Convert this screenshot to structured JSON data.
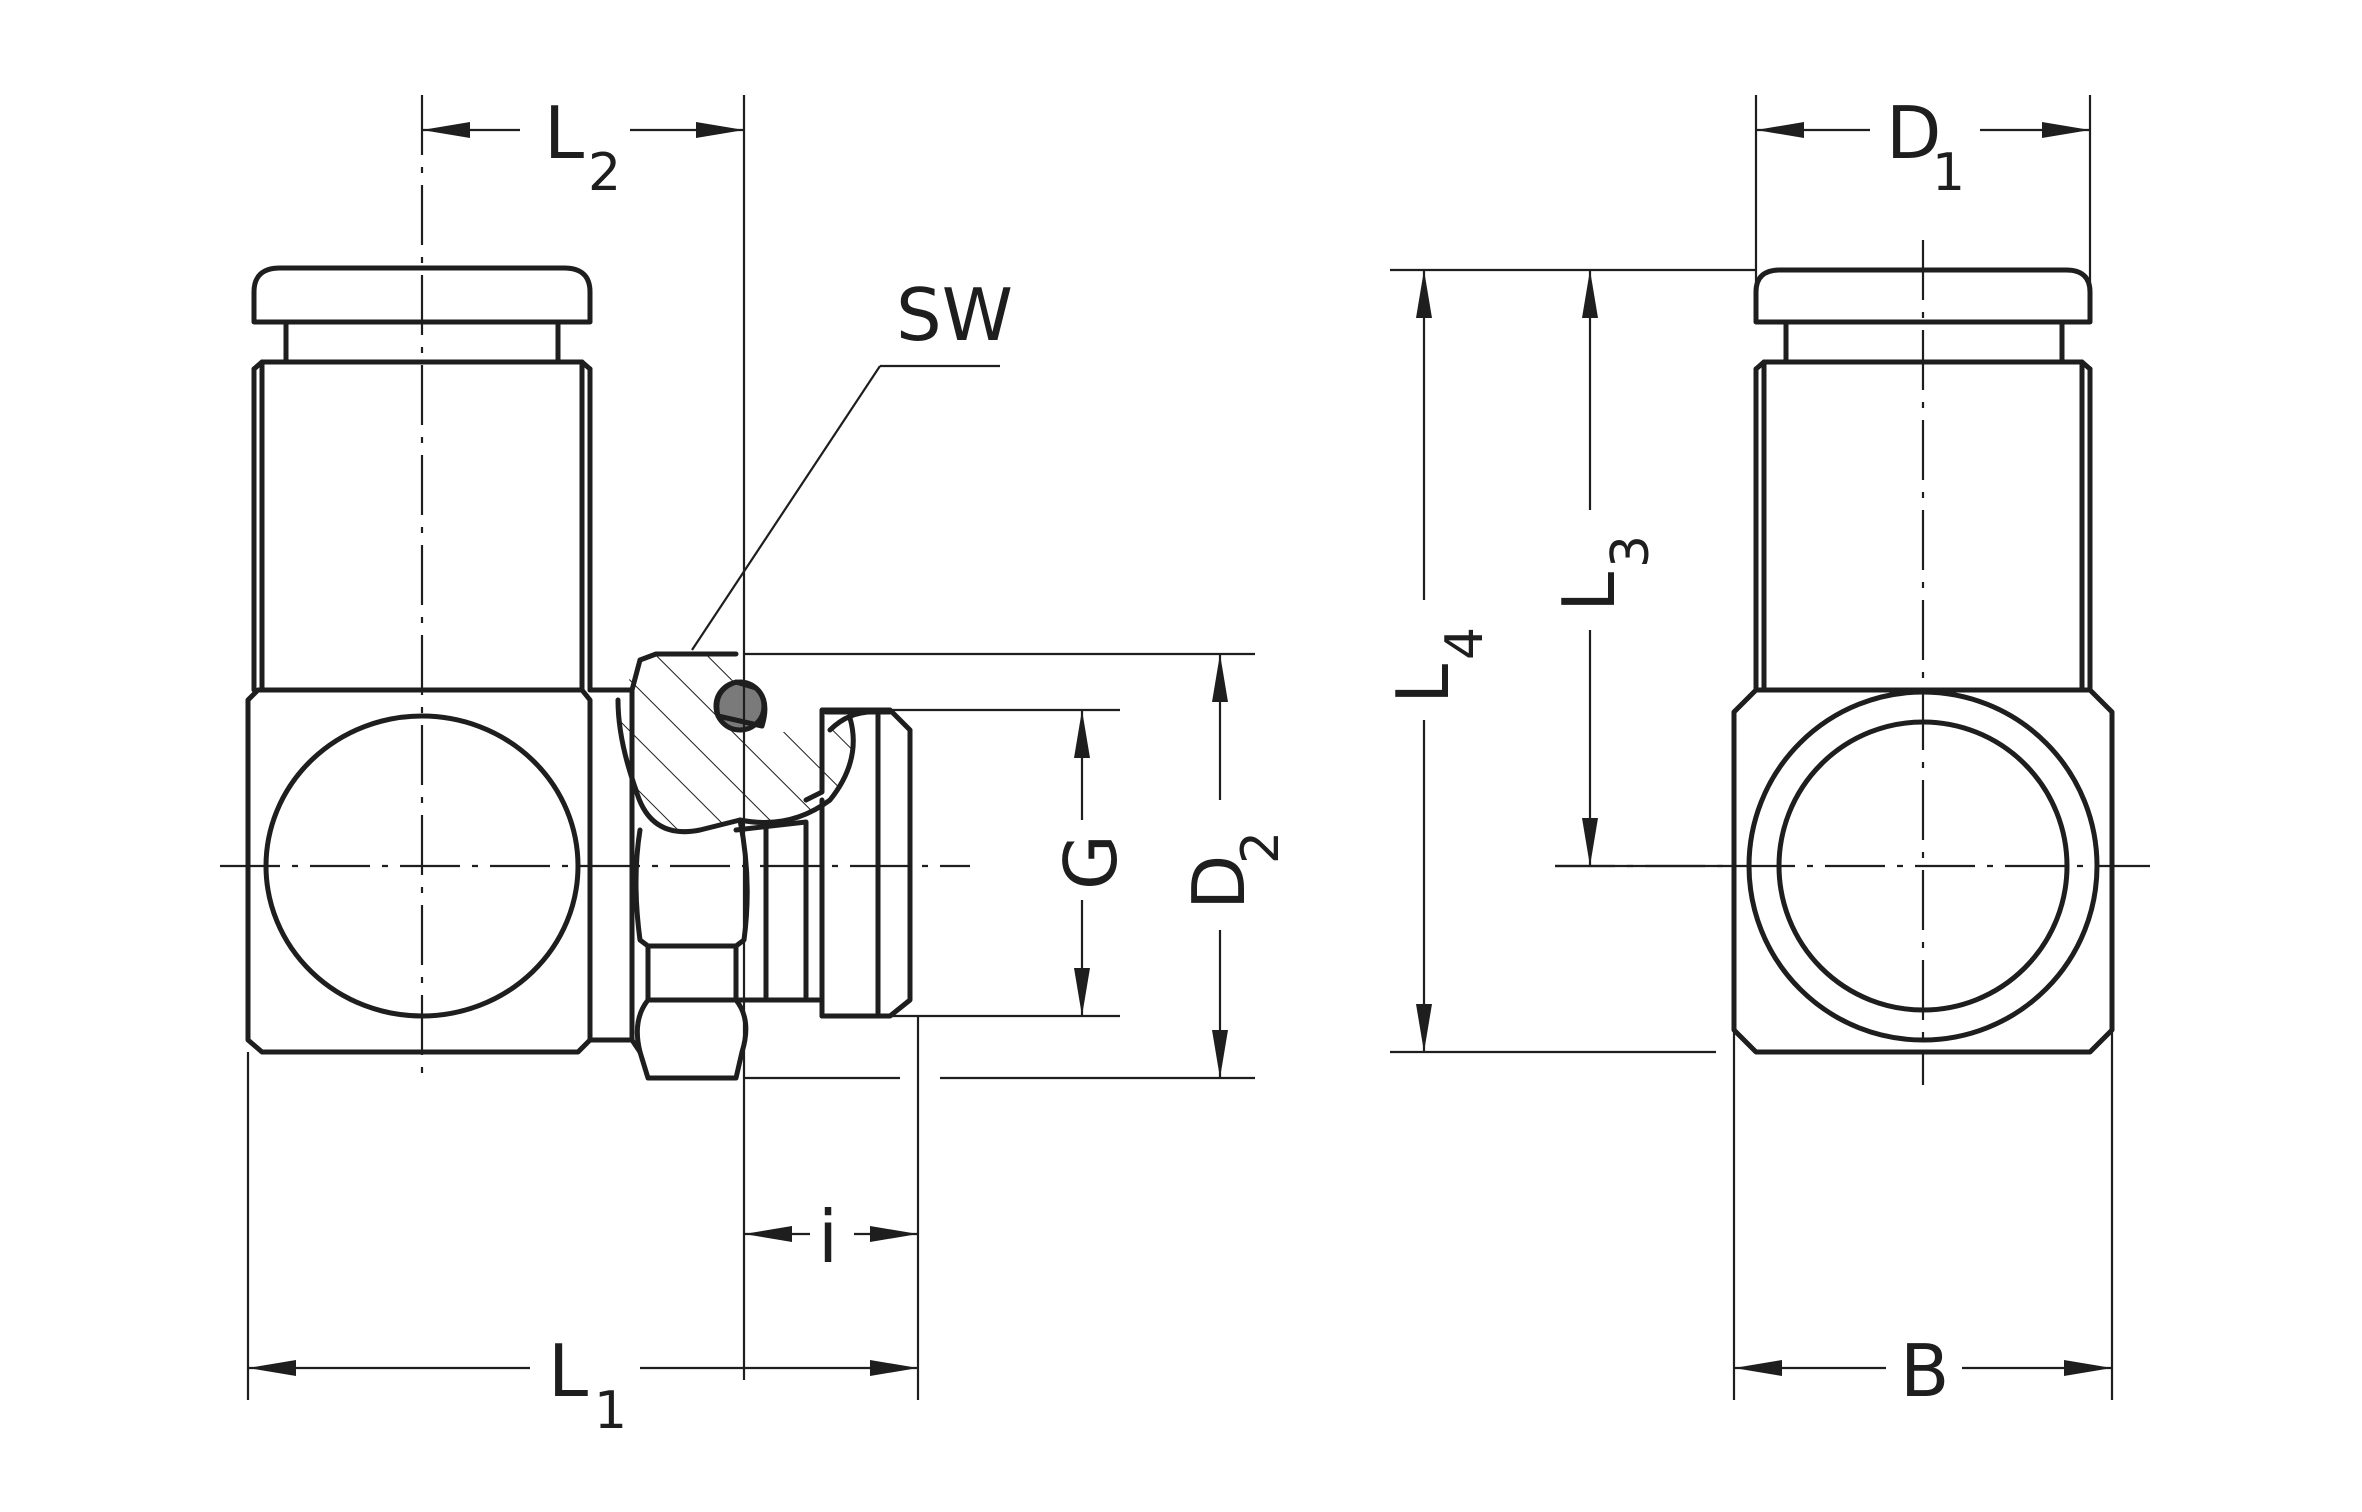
{
  "labels": {
    "L2": {
      "main": "L",
      "sub": "2"
    },
    "SW": {
      "main": "SW"
    },
    "D1": {
      "main": "D",
      "sub": "1"
    },
    "L4": {
      "main": "L",
      "sub": "4"
    },
    "L3": {
      "main": "L",
      "sub": "3"
    },
    "G": {
      "main": "G"
    },
    "D2": {
      "main": "D",
      "sub": "2"
    },
    "i": {
      "main": "i"
    },
    "L1": {
      "main": "L",
      "sub": "1"
    },
    "B": {
      "main": "B"
    }
  },
  "colors": {
    "line": "#1e1e1e",
    "oring": "#7a7a7a",
    "background": "#ffffff"
  }
}
